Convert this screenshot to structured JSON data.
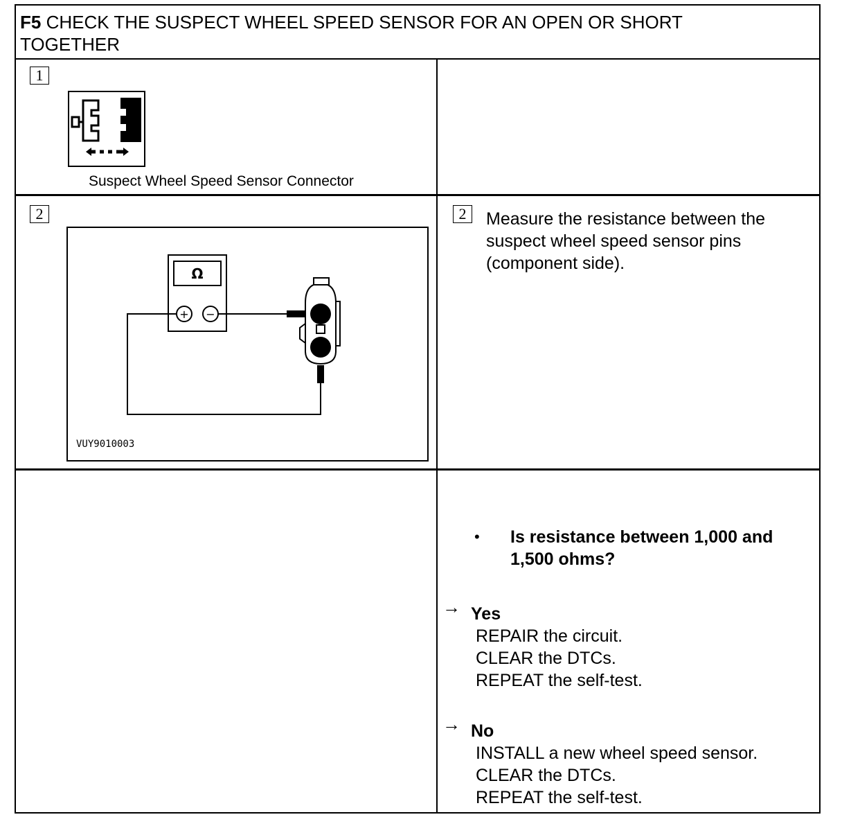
{
  "title": {
    "step_id": "F5",
    "text": " CHECK THE SUSPECT WHEEL SPEED SENSOR FOR AN OPEN OR SHORT TOGETHER"
  },
  "step1": {
    "number": "1",
    "caption": "Suspect Wheel Speed Sensor Connector",
    "icon": "connector-disconnect-icon"
  },
  "step2": {
    "number": "2",
    "figure_code": "VUY9010003",
    "meter_symbol": "Ω",
    "plus": "+",
    "minus": "−",
    "instruction_number": "2",
    "instruction": "Measure the resistance between the suspect wheel speed sensor pins (component side)."
  },
  "question": {
    "bullet": "•",
    "text": "Is resistance between 1,000 and 1,500 ohms?"
  },
  "responses": {
    "arrow": "→",
    "yes": {
      "label": "Yes",
      "lines": [
        "REPAIR the circuit.",
        "CLEAR the DTCs.",
        "REPEAT the self-test."
      ]
    },
    "no": {
      "label": "No",
      "lines": [
        "INSTALL a new wheel speed sensor.",
        "CLEAR the DTCs.",
        "REPEAT the self-test."
      ]
    }
  }
}
